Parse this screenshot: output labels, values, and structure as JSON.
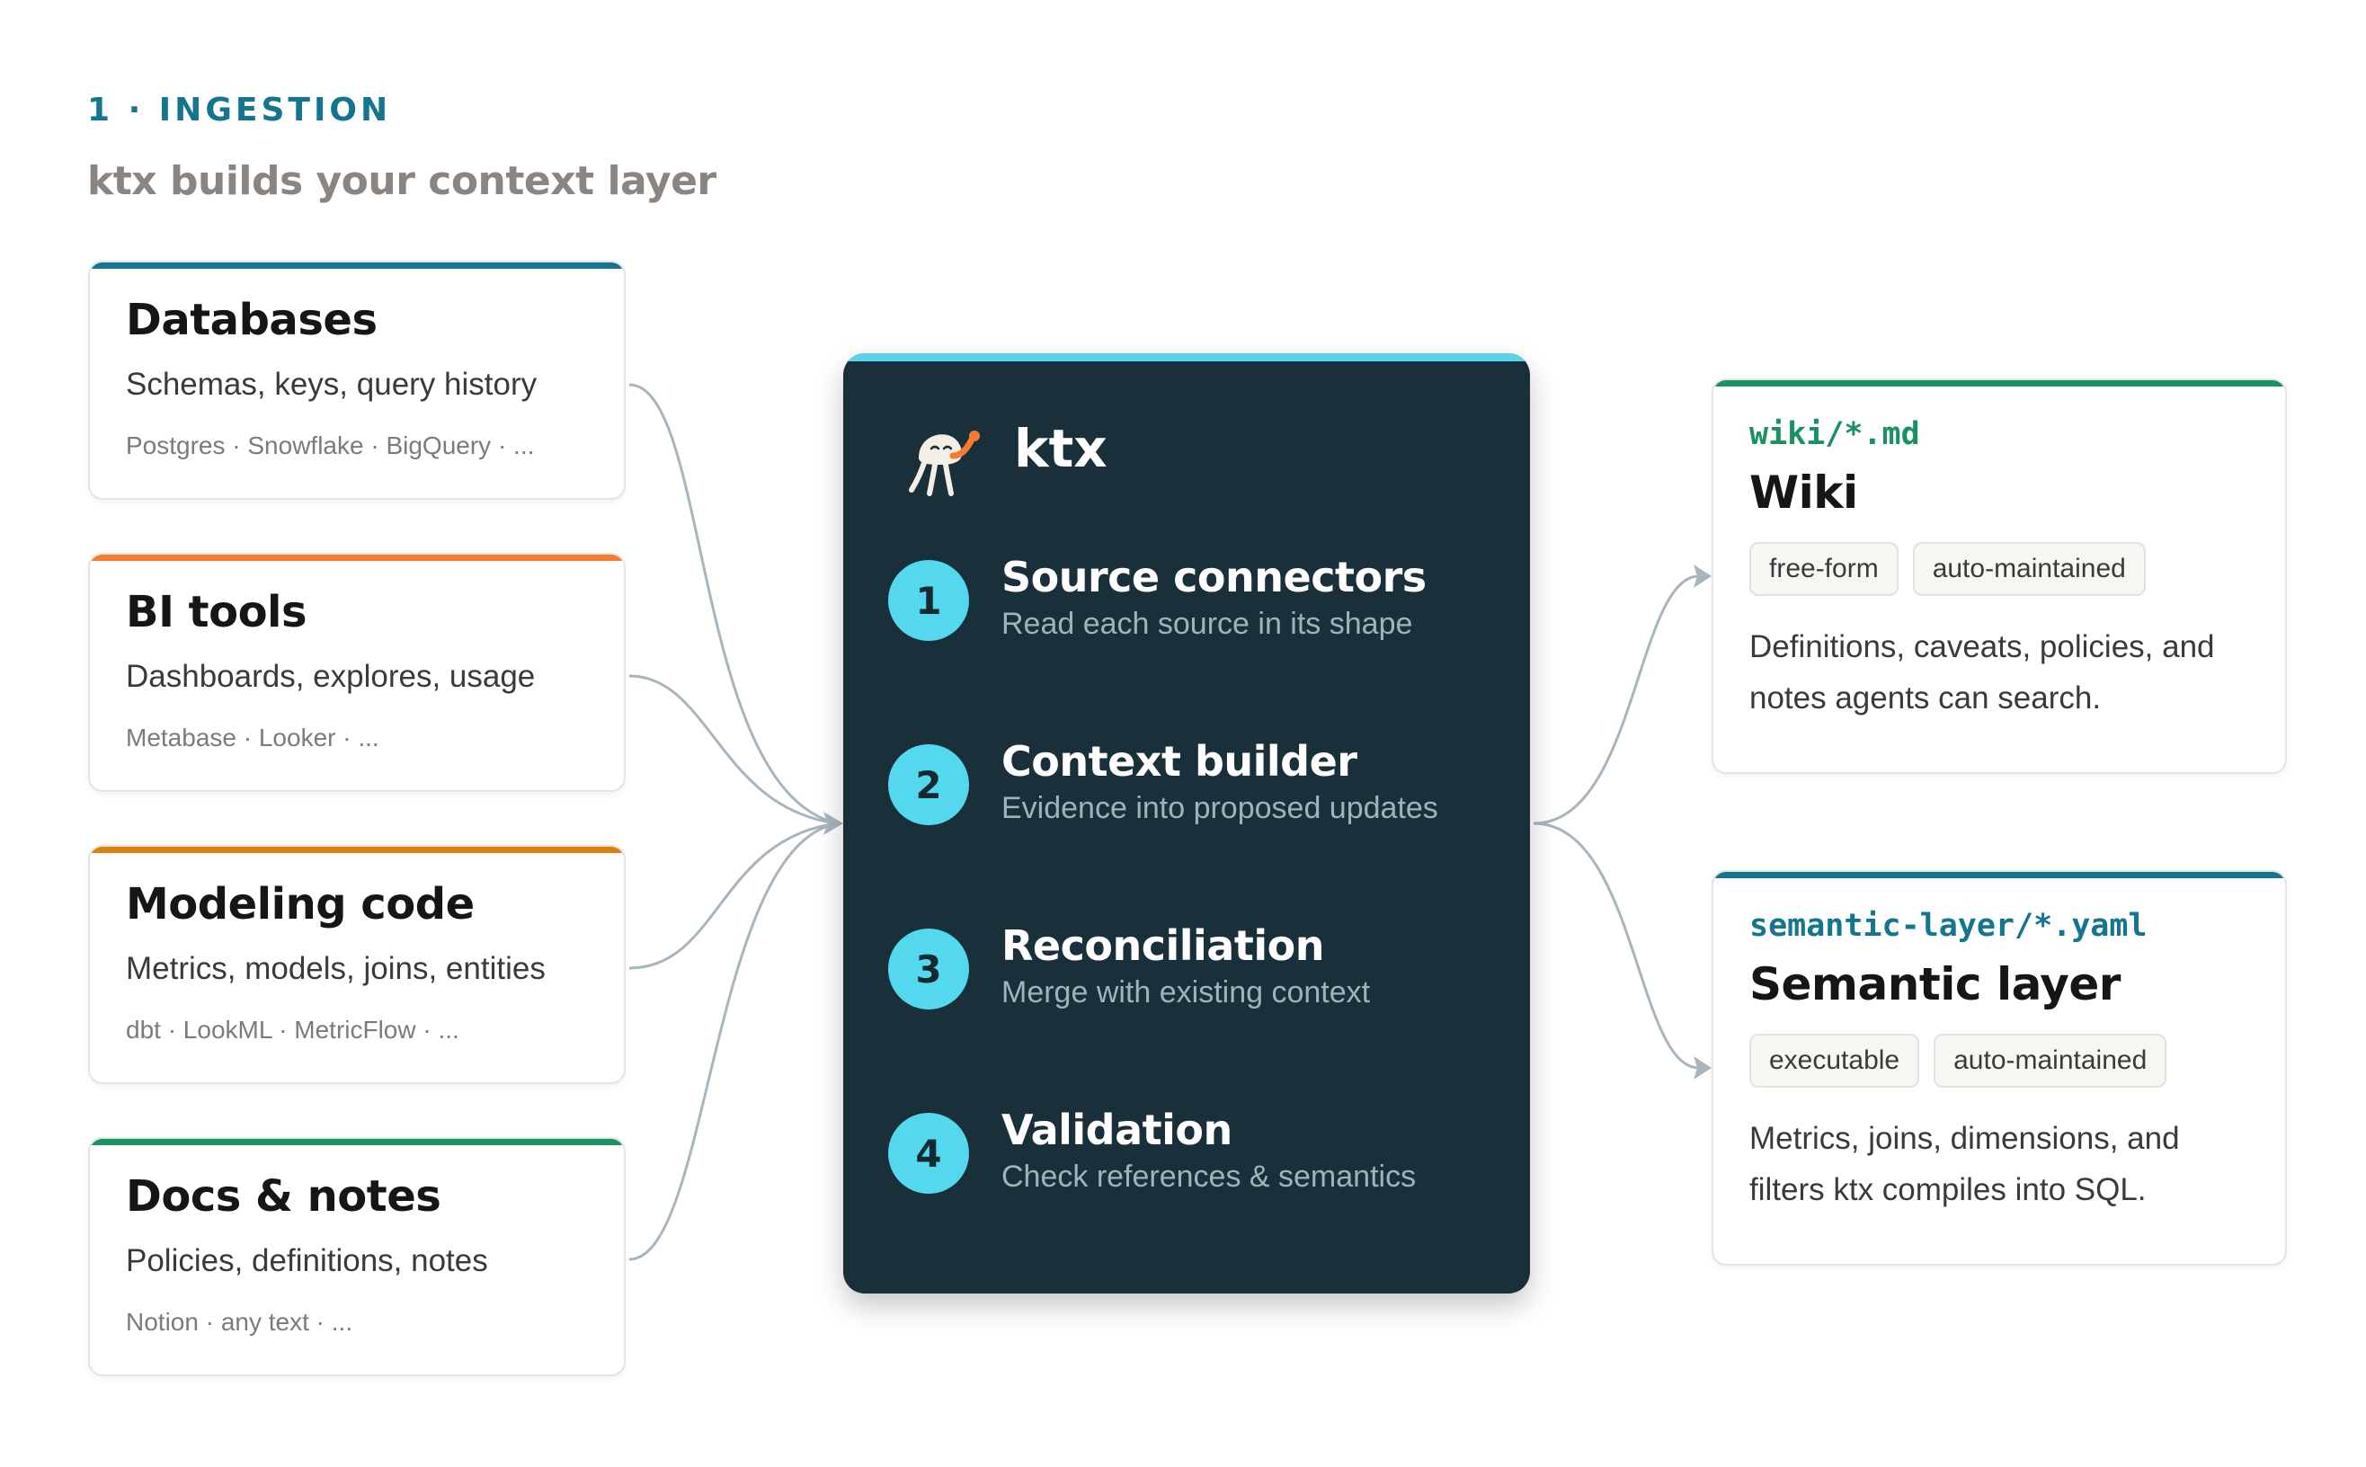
{
  "header": {
    "eyebrow": "1 · INGESTION",
    "subtitle": "ktx builds your context layer"
  },
  "colors": {
    "teal": "#13758e",
    "orange": "#f47b2f",
    "amber": "#d9800f",
    "green": "#1a9160",
    "engine_bg": "#19303a",
    "engine_accent": "#56d4ea",
    "step_badge": "#54d8ed",
    "connector": "#a8b5bd"
  },
  "sources": [
    {
      "title": "Databases",
      "description": "Schemas, keys, query history",
      "examples": "Postgres · Snowflake · BigQuery · ...",
      "accent": "#13758e"
    },
    {
      "title": "BI tools",
      "description": "Dashboards, explores, usage",
      "examples": "Metabase · Looker · ...",
      "accent": "#f47b2f"
    },
    {
      "title": "Modeling code",
      "description": "Metrics, models, joins, entities",
      "examples": "dbt · LookML · MetricFlow · ...",
      "accent": "#d9800f"
    },
    {
      "title": "Docs & notes",
      "description": "Policies, definitions, notes",
      "examples": "Notion · any text · ...",
      "accent": "#1a9160"
    }
  ],
  "engine": {
    "brand": "ktx",
    "logo_icon": "jellyfish-mascot-icon",
    "steps": [
      {
        "number": "1",
        "title": "Source connectors",
        "description": "Read each source in its shape"
      },
      {
        "number": "2",
        "title": "Context builder",
        "description": "Evidence into proposed updates"
      },
      {
        "number": "3",
        "title": "Reconciliation",
        "description": "Merge with existing context"
      },
      {
        "number": "4",
        "title": "Validation",
        "description": "Check references & semantics"
      }
    ]
  },
  "outputs": [
    {
      "path": "wiki/*.md",
      "title": "Wiki",
      "tags": [
        "free-form",
        "auto-maintained"
      ],
      "description": "Definitions, caveats, policies, and notes agents can search.",
      "path_color": "#1a9160",
      "accent": "#1a9160"
    },
    {
      "path": "semantic-layer/*.yaml",
      "title": "Semantic layer",
      "tags": [
        "executable",
        "auto-maintained"
      ],
      "description": "Metrics, joins, dimensions, and filters ktx compiles into SQL.",
      "path_color": "#13758e",
      "accent": "#13758e"
    }
  ]
}
